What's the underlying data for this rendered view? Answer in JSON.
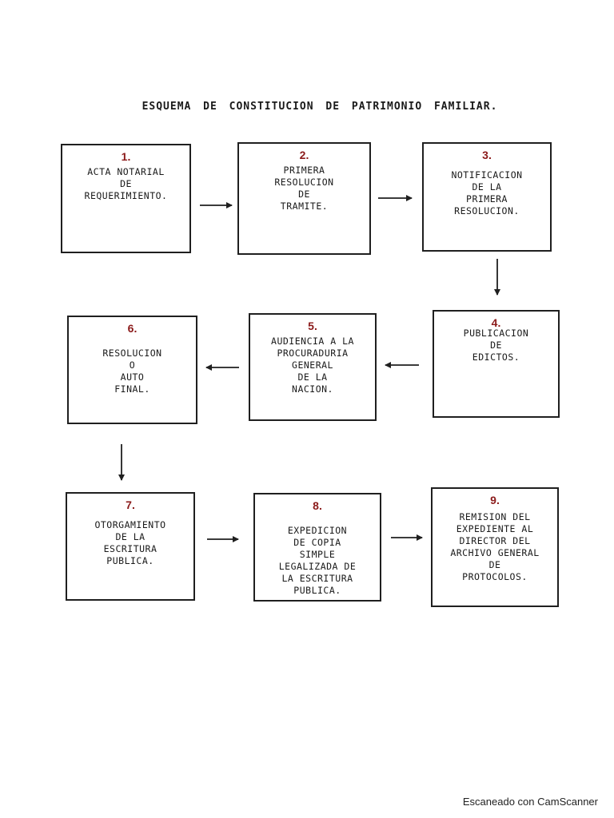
{
  "title": "ESQUEMA DE CONSTITUCION DE PATRIMONIO FAMILIAR.",
  "steps": [
    {
      "number": "1.",
      "text": "ACTA NOTARIAL\nDE\nREQUERIMIENTO."
    },
    {
      "number": "2.",
      "text": "PRIMERA\nRESOLUCION\nDE\nTRAMITE."
    },
    {
      "number": "3.",
      "text": "NOTIFICACION\nDE LA\nPRIMERA\nRESOLUCION."
    },
    {
      "number": "4.",
      "text": "PUBLICACION\nDE\nEDICTOS."
    },
    {
      "number": "5.",
      "text": "AUDIENCIA A LA\nPROCURADURIA\nGENERAL\nDE LA\nNACION."
    },
    {
      "number": "6.",
      "text": "RESOLUCION\nO\nAUTO\nFINAL."
    },
    {
      "number": "7.",
      "text": "OTORGAMIENTO\nDE LA\nESCRITURA\nPUBLICA."
    },
    {
      "number": "8.",
      "text": "EXPEDICION\nDE COPIA\nSIMPLE\nLEGALIZADA DE\nLA ESCRITURA\nPUBLICA."
    },
    {
      "number": "9.",
      "text": "REMISION DEL\nEXPEDIENTE AL\nDIRECTOR DEL\nARCHIVO GENERAL\nDE\nPROTOCOLOS."
    }
  ],
  "connections": [
    {
      "from": "1.",
      "to": "2.",
      "direction": "right"
    },
    {
      "from": "2.",
      "to": "3.",
      "direction": "right"
    },
    {
      "from": "3.",
      "to": "4.",
      "direction": "down"
    },
    {
      "from": "4.",
      "to": "5.",
      "direction": "left"
    },
    {
      "from": "5.",
      "to": "6.",
      "direction": "left"
    },
    {
      "from": "6.",
      "to": "7.",
      "direction": "down"
    },
    {
      "from": "7.",
      "to": "8.",
      "direction": "right"
    },
    {
      "from": "8.",
      "to": "9.",
      "direction": "right"
    }
  ],
  "watermark": "Escaneado con CamScanner"
}
